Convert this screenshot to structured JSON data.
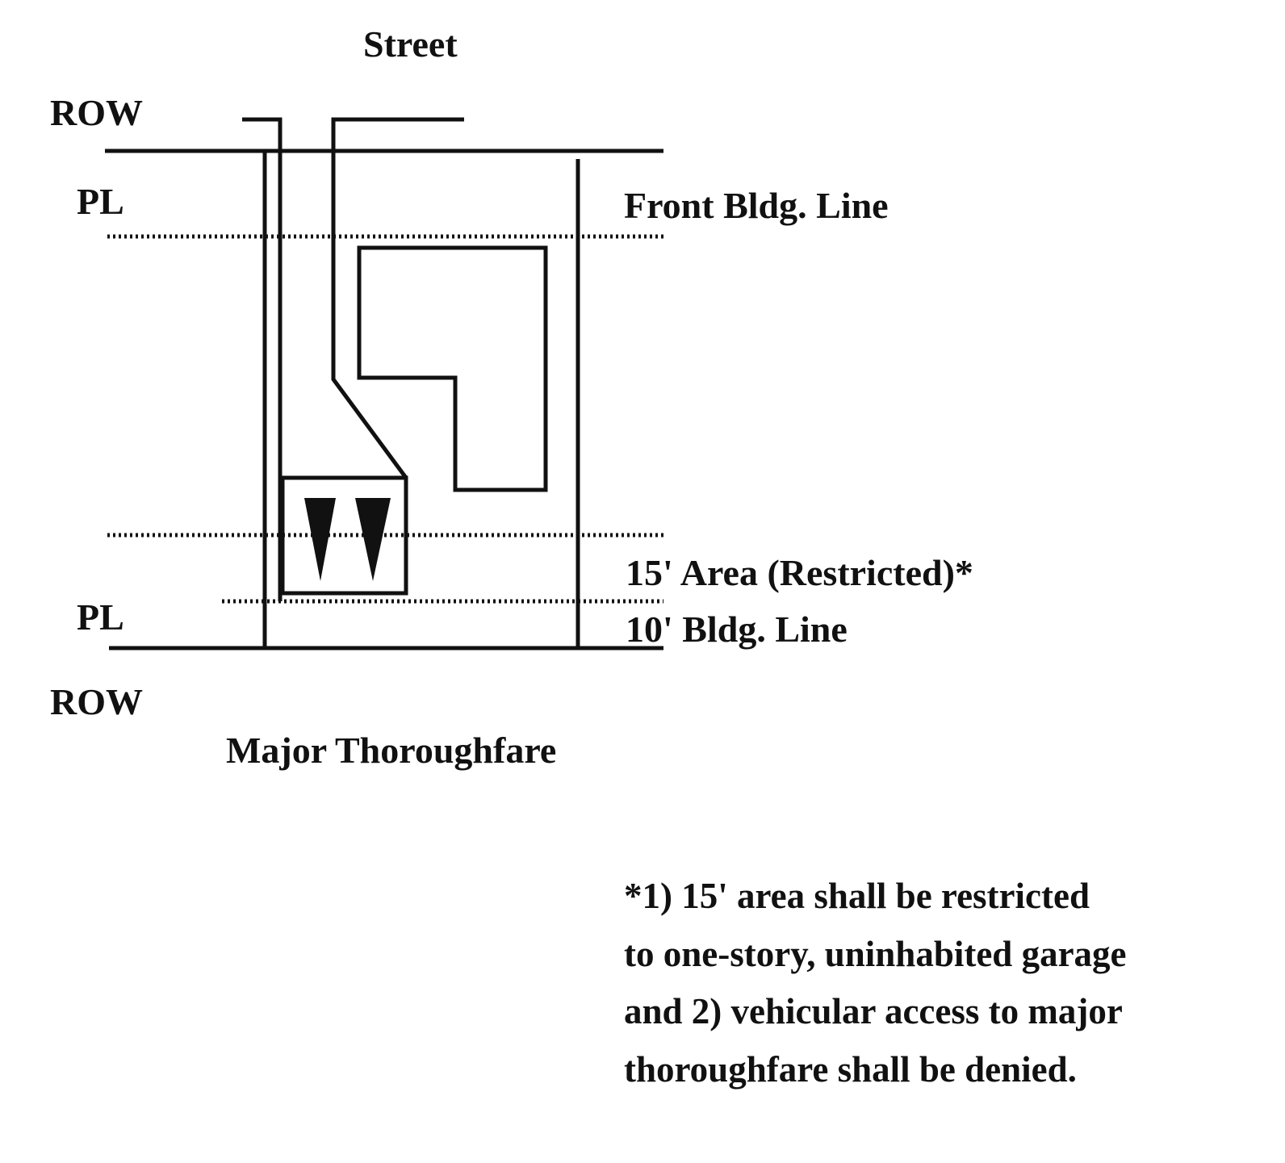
{
  "labels": {
    "street": "Street",
    "row_top": "ROW",
    "pl_top": "PL",
    "front_bldg_line": "Front Bldg. Line",
    "restricted_area": "15' Area (Restricted)*",
    "pl_bottom": "PL",
    "bldg_line_10": "10' Bldg. Line",
    "row_bottom": "ROW",
    "major_thoroughfare": "Major Thoroughfare"
  },
  "footnote": {
    "lines": [
      "*1) 15' area shall be restricted",
      "to one-story, uninhabited garage",
      "and 2) vehicular access to major",
      "thoroughfare shall be denied."
    ]
  }
}
